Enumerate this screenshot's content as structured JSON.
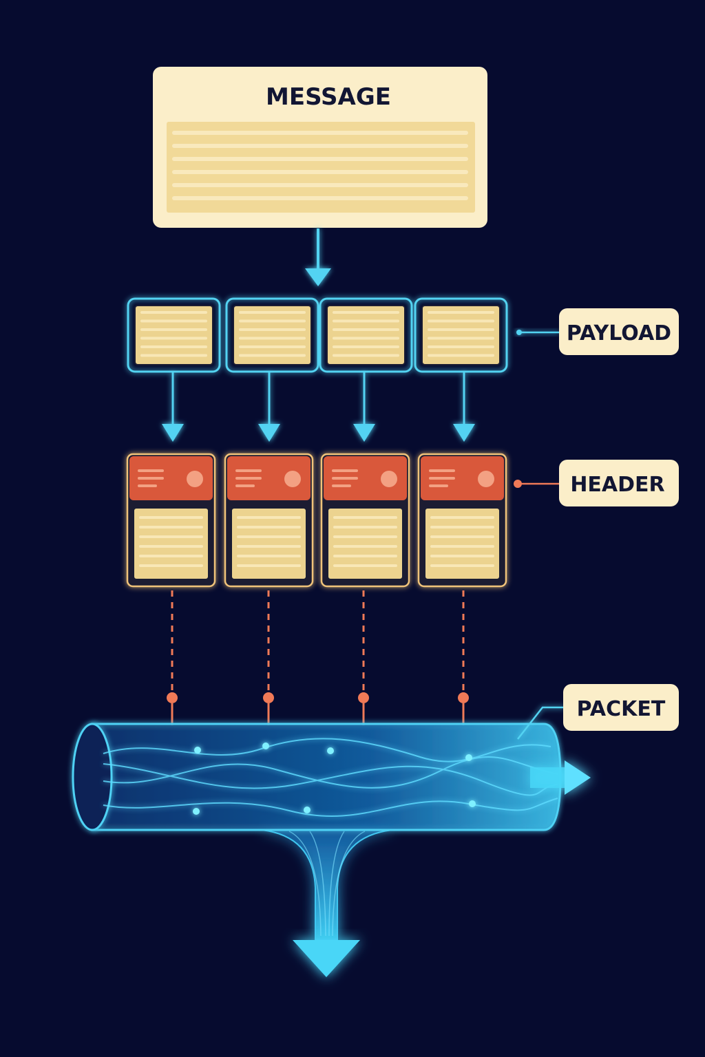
{
  "message": {
    "title": "MESSAGE"
  },
  "labels": {
    "payload": "PAYLOAD",
    "header": "HEADER",
    "packet": "PACKET"
  },
  "segments": {
    "count": 4
  },
  "colors": {
    "background": "#060b2f",
    "cream": "#fbeec9",
    "payload_fill": "#ecd38f",
    "cyan": "#53d3f2",
    "header_red": "#d9583b",
    "dot_salmon": "#f3a183",
    "orange": "#f07a57"
  }
}
